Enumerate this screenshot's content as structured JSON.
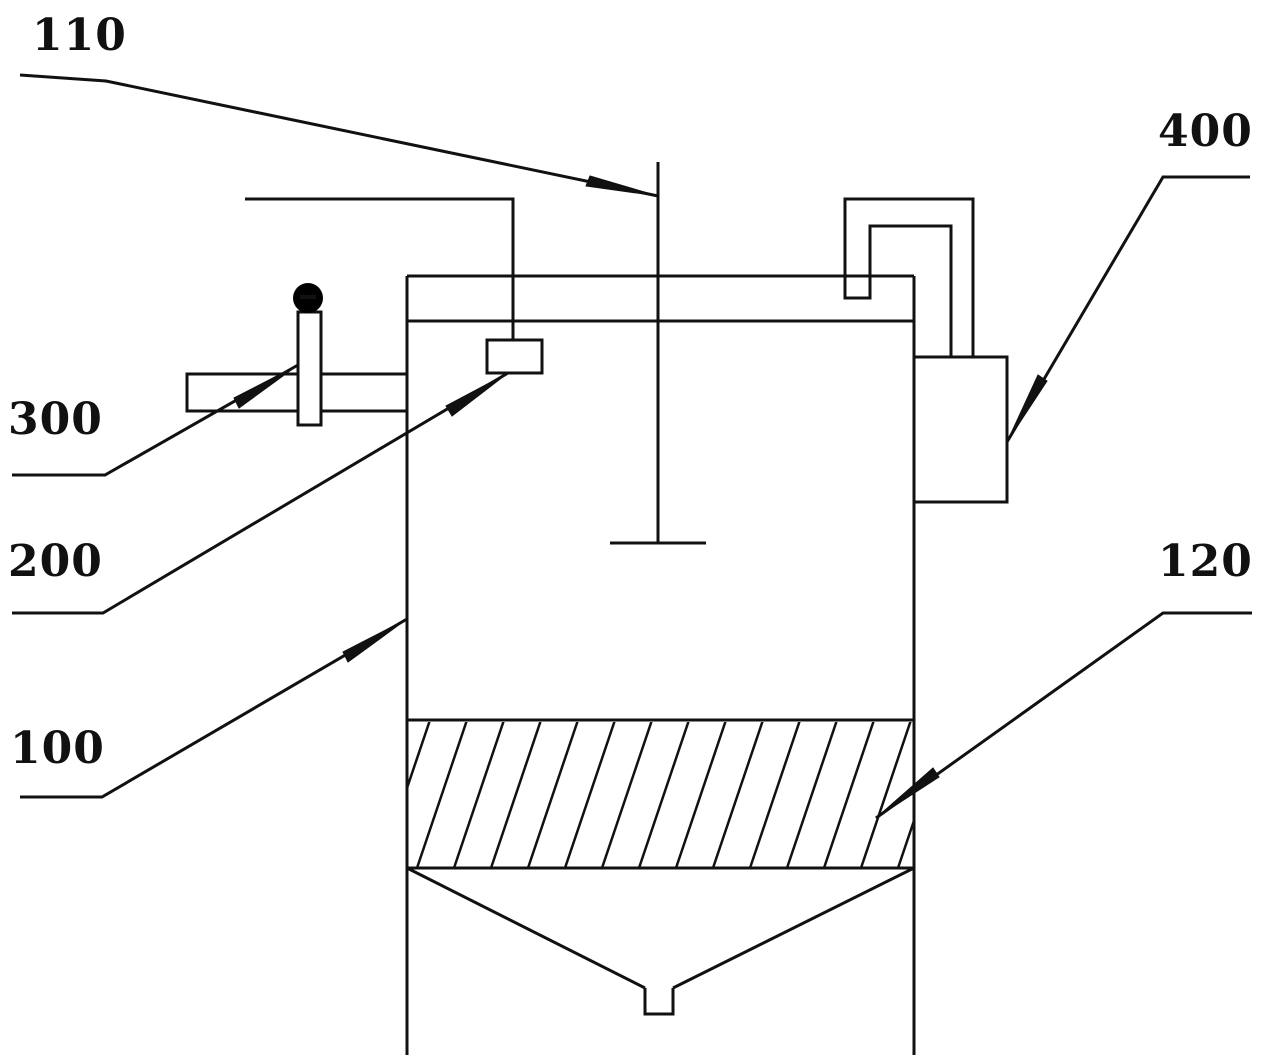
{
  "labels": {
    "l110": "110",
    "l400": "400",
    "l300": "300",
    "l200": "200",
    "l100": "100",
    "l120": "120"
  },
  "colors": {
    "line": "#111111",
    "background": "#ffffff"
  }
}
